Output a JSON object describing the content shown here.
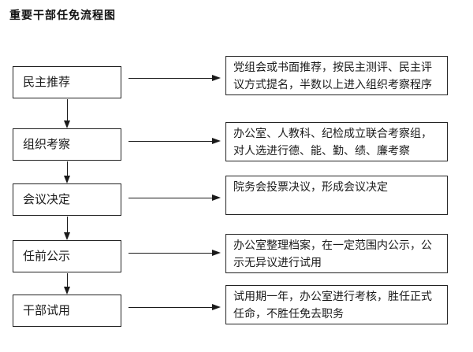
{
  "title": "重要干部任免流程图",
  "flowchart": {
    "steps": [
      {
        "label": "民主推荐",
        "description": "党组会或书面推荐，按民主测评、民主评议方式提名，半数以上进入组织考察程序"
      },
      {
        "label": "组织考察",
        "description": "办公室、人教科、纪检成立联合考察组，对人选进行德、能、勤、绩、廉考察"
      },
      {
        "label": "会议决定",
        "description": "院务会投票决议，形成会议决定"
      },
      {
        "label": "任前公示",
        "description": "办公室整理档案，在一定范围内公示，公示无异议进行试用"
      },
      {
        "label": "干部试用",
        "description": "试用期一年，办公室进行考核，胜任正式任命，不胜任免去职务"
      }
    ]
  },
  "colors": {
    "line": "#1a1a1a",
    "text": "#1a1a1a",
    "background": "#ffffff"
  }
}
